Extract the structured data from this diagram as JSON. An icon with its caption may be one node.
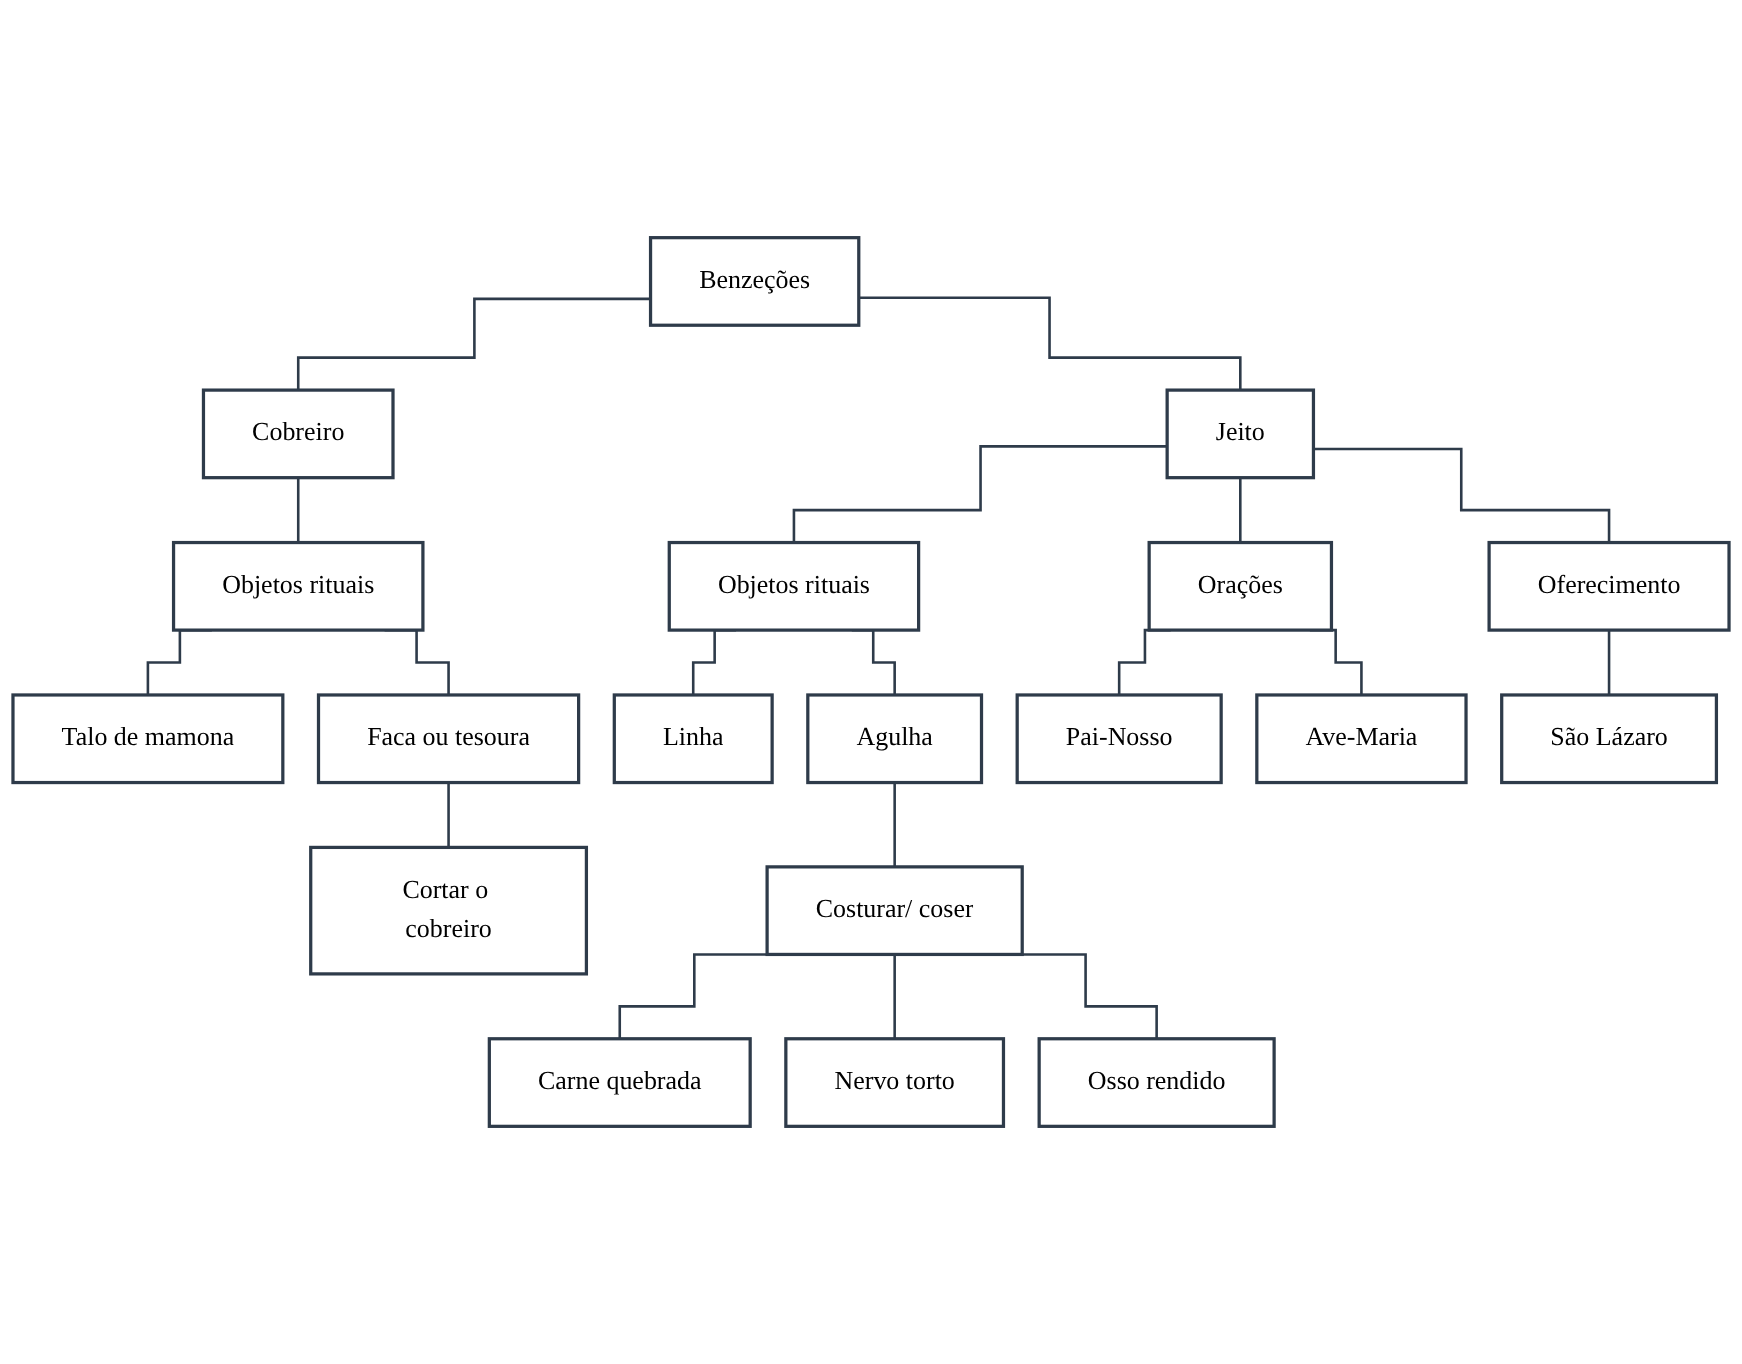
{
  "diagram": {
    "nodes": [
      {
        "text": [
          "Benzeções"
        ]
      },
      {
        "text": [
          "Cobreiro"
        ]
      },
      {
        "text": [
          "Jeito"
        ]
      },
      {
        "text": [
          "Objetos rituais"
        ]
      },
      {
        "text": [
          "Talo de mamona"
        ]
      },
      {
        "text": [
          "Faca ou tesoura"
        ]
      },
      {
        "text": [
          "Cortar o cobreiro"
        ]
      },
      {
        "text": [
          "Objetos rituais"
        ]
      },
      {
        "text": [
          "Orações"
        ]
      },
      {
        "text": [
          "Oferecimento"
        ]
      },
      {
        "text": [
          "Linha"
        ]
      },
      {
        "text": [
          "Agulha"
        ]
      },
      {
        "text": [
          "Costurar/ coser"
        ]
      },
      {
        "text": [
          "Carne quebrada"
        ]
      },
      {
        "text": [
          "Nervo torto"
        ]
      },
      {
        "text": [
          "Osso rendido"
        ]
      },
      {
        "text": [
          "Pai-Nosso"
        ]
      },
      {
        "text": [
          "Ave-Maria"
        ]
      },
      {
        "text": [
          "São Lázaro"
        ]
      }
    ],
    "edges": [
      {
        "from": 0,
        "to": 1,
        "arrow": "none"
      },
      {
        "from": 0,
        "to": 2,
        "arrow": "none"
      },
      {
        "from": 1,
        "to": 3,
        "arrow": "none"
      },
      {
        "from": 3,
        "to": 4,
        "arrow": "none"
      },
      {
        "from": 3,
        "to": 5,
        "arrow": "none"
      },
      {
        "from": 5,
        "to": 6,
        "arrow": "none"
      },
      {
        "from": 2,
        "to": 7,
        "arrow": "none"
      },
      {
        "from": 2,
        "to": 8,
        "arrow": "none"
      },
      {
        "from": 2,
        "to": 9,
        "arrow": "none"
      },
      {
        "from": 7,
        "to": 10,
        "arrow": "none"
      },
      {
        "from": 7,
        "to": 11,
        "arrow": "none"
      },
      {
        "from": 11,
        "to": 12,
        "arrow": "none"
      },
      {
        "from": 12,
        "to": 13,
        "arrow": "none"
      },
      {
        "from": 12,
        "to": 14,
        "arrow": "none"
      },
      {
        "from": 12,
        "to": 15,
        "arrow": "none"
      },
      {
        "from": 8,
        "to": 16,
        "arrow": "none"
      },
      {
        "from": 8,
        "to": 17,
        "arrow": "none"
      },
      {
        "from": 9,
        "to": 18,
        "arrow": "none"
      }
    ]
  }
}
